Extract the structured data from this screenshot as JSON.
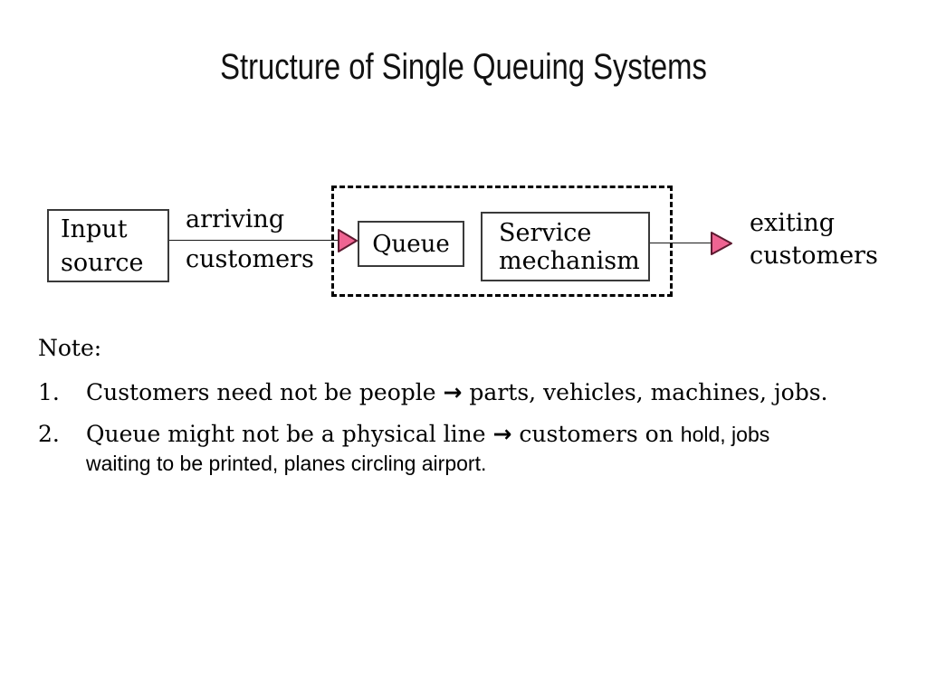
{
  "title": "Structure of Single Queuing Systems",
  "diagram": {
    "input_source": {
      "line1": "Input",
      "line2": "source"
    },
    "arriving_label": {
      "line1": "arriving",
      "line2": "customers"
    },
    "queue_label": "Queue",
    "service_mechanism": {
      "line1": "Service",
      "line2": "mechanism"
    },
    "exiting_label": {
      "line1": "exiting",
      "line2": "customers"
    },
    "arrow_fill_color": "#ef6492",
    "arrow_stroke_color": "#5d1a30"
  },
  "notes": {
    "heading": "Note:",
    "items": [
      {
        "number": "1.",
        "text_before_arrow": "Customers need not be people ",
        "arrow": "→",
        "text_after_arrow": " parts, vehicles, machines, jobs."
      },
      {
        "number": "2.",
        "text_before_arrow": "Queue might not be a physical line ",
        "arrow": "→",
        "text_after_arrow": " customers on ",
        "text_sans_line1": "hold, jobs",
        "text_sans_line2": "waiting to be printed, planes circling airport."
      }
    ]
  }
}
